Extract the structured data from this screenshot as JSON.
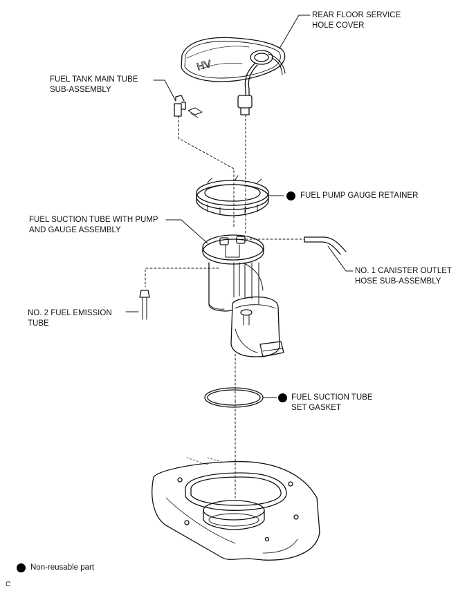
{
  "labels": {
    "rear_floor_cover": [
      "REAR FLOOR SERVICE",
      "HOLE COVER"
    ],
    "main_tube": [
      "FUEL TANK MAIN TUBE",
      "SUB-ASSEMBLY"
    ],
    "retainer": [
      "FUEL PUMP GAUGE RETAINER"
    ],
    "suction_tube": [
      "FUEL SUCTION TUBE WITH PUMP",
      "AND GAUGE ASSEMBLY"
    ],
    "canister_hose": [
      "NO. 1 CANISTER OUTLET",
      "HOSE SUB-ASSEMBLY"
    ],
    "emission_tube": [
      "NO. 2 FUEL EMISSION",
      "TUBE"
    ],
    "gasket": [
      "FUEL SUCTION TUBE",
      "SET GASKET"
    ]
  },
  "legend": {
    "text": "Non-reusable part"
  },
  "cover_marking": "HV",
  "corner_code": "C",
  "colors": {
    "ink": "#111111",
    "marker": "#000000"
  }
}
